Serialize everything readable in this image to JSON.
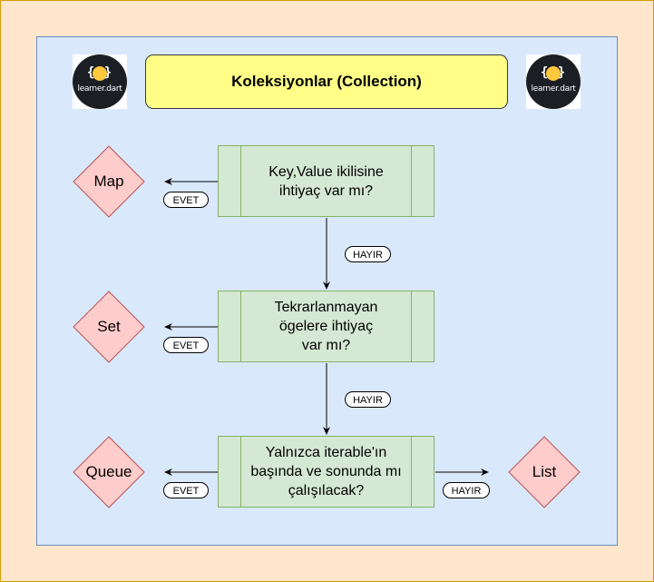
{
  "title": "Koleksiyonlar (Collection)",
  "logo": {
    "braces": "{ }",
    "wordmark": "learner.dart",
    "background": "#1b1f24"
  },
  "questions": [
    {
      "id": "q1",
      "text": "Key,Value ikilisine\nihtiyaç var mı?"
    },
    {
      "id": "q2",
      "text": "Tekrarlanmayan\nögelere ihtiyaç\nvar mı?"
    },
    {
      "id": "q3",
      "text": "Yalnızca  iterable'ın\nbaşında ve sonunda mı\nçalışılacak?"
    }
  ],
  "outcomes": [
    {
      "id": "map",
      "label": "Map"
    },
    {
      "id": "set",
      "label": "Set"
    },
    {
      "id": "queue",
      "label": "Queue"
    },
    {
      "id": "list",
      "label": "List"
    }
  ],
  "edge_labels": {
    "q1_yes": "EVET",
    "q1_no": "HAYIR",
    "q2_yes": "EVET",
    "q2_no": "HAYIR",
    "q3_yes": "EVET",
    "q3_no": "HAYIR"
  },
  "colors": {
    "page_fill": "#ffe6cc",
    "page_stroke": "#d79b00",
    "panel_fill": "#dae8fc",
    "panel_stroke": "#6c8ebf",
    "title_fill": "#ffff88",
    "process_fill": "#d5e8d4",
    "process_stroke": "#82b366",
    "decision_fill": "#ffcccc",
    "decision_stroke": "#b85450"
  }
}
